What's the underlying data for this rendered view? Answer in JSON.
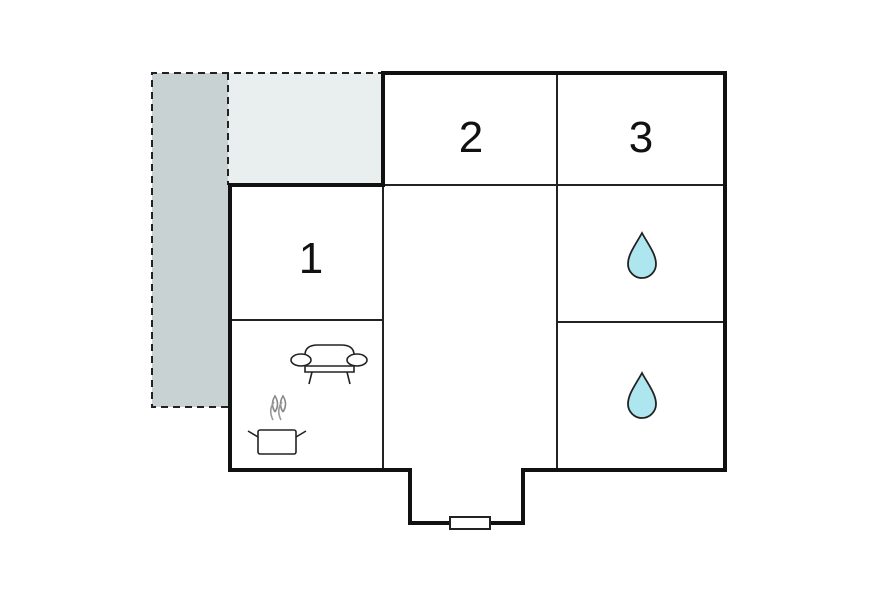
{
  "floorplan": {
    "rooms": [
      {
        "id": "bedroom-1",
        "label": "1"
      },
      {
        "id": "bedroom-2",
        "label": "2"
      },
      {
        "id": "bedroom-3",
        "label": "3"
      }
    ],
    "icons": [
      "sofa-icon",
      "cooking-pot-icon",
      "water-drop-icon",
      "water-drop-icon",
      "door-icon"
    ],
    "colors": {
      "wall": "#111111",
      "terrace": "#e9efee",
      "terrace_dark": "#c8d2d2",
      "water": "#aee6ef"
    }
  }
}
